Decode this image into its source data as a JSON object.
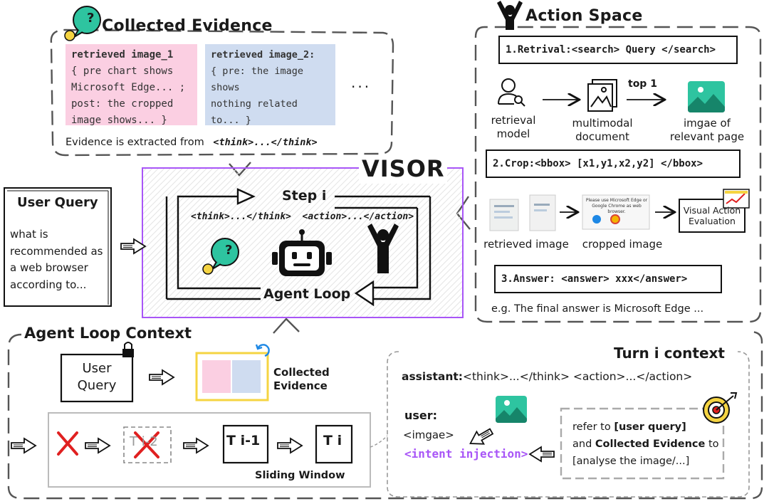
{
  "collected_evidence": {
    "title": "Collected Evidence",
    "card1_label": "retrieved image_1",
    "card1_lines": [
      "{ pre   chart shows",
      "Microsoft Edge... ;",
      "post: the cropped",
      "image shows... }"
    ],
    "card2_label": "retrieved image_2:",
    "card2_lines": [
      "{ pre: the image shows",
      "nothing related to... }"
    ],
    "ellipsis": "...",
    "footer_text": "Evidence is extracted from",
    "footer_tag": "<think>...</think>"
  },
  "action_space": {
    "title": "Action Space",
    "retrieval": "1.Retrival:<search> Query </search>",
    "retrieval_model": [
      "retrieval",
      "model"
    ],
    "multimodal_document": [
      "multimodal",
      "document"
    ],
    "top1": "top 1",
    "relevant_page": [
      "imgae of",
      "relevant page"
    ],
    "crop": "2.Crop:<bbox> [x1,y1,x2,y2] </bbox>",
    "retrieved_image": "retrieved image",
    "cropped_image": "cropped image",
    "cropped_text": [
      "Please use Microsoft Edge or",
      "Google Chrome as web browser."
    ],
    "visual_eval": [
      "Visual Action",
      "Evaluation"
    ],
    "answer": "3.Answer: <answer> xxx</answer>",
    "example": "e.g. The final answer is Microsoft Edge ..."
  },
  "visor": {
    "title": "VISOR",
    "step": "Step i",
    "tags": "<think>...</think>  <action>...</action>",
    "loop_label": "Agent Loop"
  },
  "user_query": {
    "title": "User Query",
    "lines": [
      "what is",
      "recommended as",
      "a web browser",
      "according to..."
    ]
  },
  "context": {
    "title": "Agent Loop Context",
    "user_query": [
      "User",
      "Query"
    ],
    "collected_evidence": [
      "Collected",
      "Evidence"
    ],
    "t_minus_2": "T i-2",
    "t_minus_1": "T i-1",
    "t_i": "T i",
    "sliding_window": "Sliding Window",
    "turn_title": "Turn i context",
    "assistant_label": "assistant:",
    "assistant_text": "<think>...</think> <action>...</action>",
    "user_label": "user:",
    "image_tag": "<imgae>",
    "intent": "<intent injection>",
    "refer_lines": [
      {
        "pre": "refer to ",
        "bold": "[user query]",
        "post": ""
      },
      {
        "pre": "and ",
        "bold": "Collected Evidence",
        "post": " to"
      },
      {
        "pre": "[analyse the image/...]",
        "bold": "",
        "post": ""
      }
    ]
  },
  "colors": {
    "pink": "#fbcfe2",
    "blue": "#cfdcf0",
    "purple": "#a855f7",
    "teal": "#2ec4a0",
    "yellow": "#f5d442",
    "red": "#e02020"
  }
}
